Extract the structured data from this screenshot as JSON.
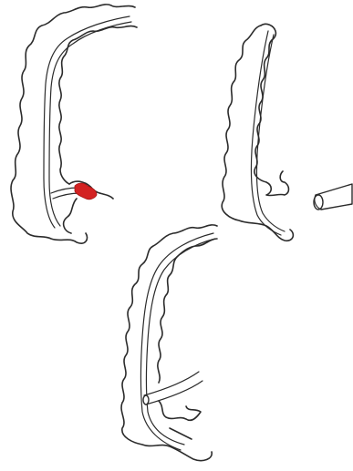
{
  "figure": {
    "panels": [
      {
        "id": "panel-1",
        "shows": [
          "colon",
          "endoscope",
          "lesion"
        ]
      },
      {
        "id": "panel-2",
        "shows": [
          "colon",
          "endoscope",
          "endoscope-tip-outside"
        ]
      },
      {
        "id": "panel-3",
        "shows": [
          "colon",
          "endoscope",
          "overtube"
        ]
      }
    ],
    "colors": {
      "line": "#2b2b2b",
      "lesion": "#d32222",
      "background": "#ffffff"
    }
  }
}
